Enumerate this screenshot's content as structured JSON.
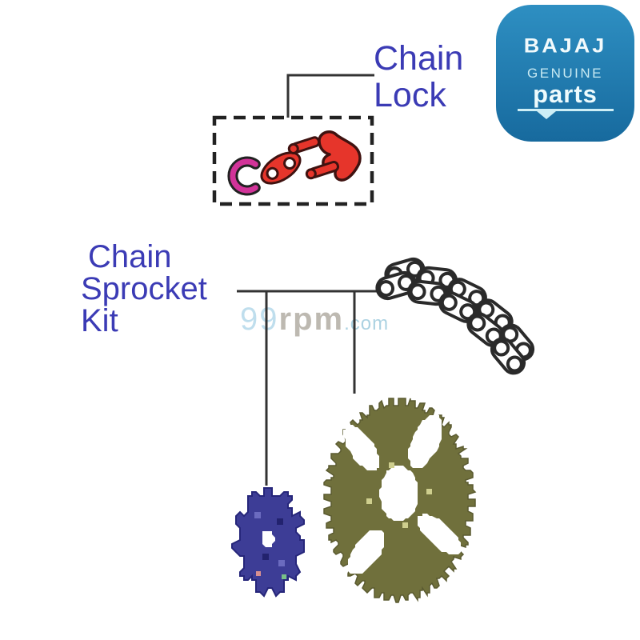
{
  "page": {
    "background": "#ffffff"
  },
  "labels": {
    "chain_lock": {
      "lines": [
        "Chain",
        "Lock"
      ],
      "color": "#3b3bb5"
    },
    "chain_sprocket_kit": {
      "lines": [
        "Chain",
        "Sprocket",
        "Kit"
      ],
      "color": "#3b3bb5"
    }
  },
  "watermark": {
    "prefix": "99",
    "brand": "rpm",
    "suffix": ".com",
    "prefix_color": "#b5d9ea",
    "brand_color": "#b2ada4",
    "suffix_color": "#9ecbdd"
  },
  "logo": {
    "brand": "BAJAJ",
    "genuine": "GENUINE",
    "parts": "parts",
    "bg_top": "#2e8fc2",
    "bg_bottom": "#176a9e"
  },
  "diagram": {
    "line_color": "#333333",
    "dash_color": "#222222",
    "chain_stroke": "#2a2a2a",
    "part_red": "#e6352b",
    "part_outline": "#3f1210",
    "clip_magenta": "#d23399",
    "clip_outline": "#222222",
    "front_sprocket_color": "#3d3d96",
    "rear_sprocket_color": "#70703c",
    "parts": [
      {
        "name": "chain-lock-kit",
        "items": [
          "circlip",
          "side-plate",
          "master-link"
        ]
      },
      {
        "name": "drive-chain"
      },
      {
        "name": "front-sprocket"
      },
      {
        "name": "rear-sprocket"
      }
    ]
  }
}
